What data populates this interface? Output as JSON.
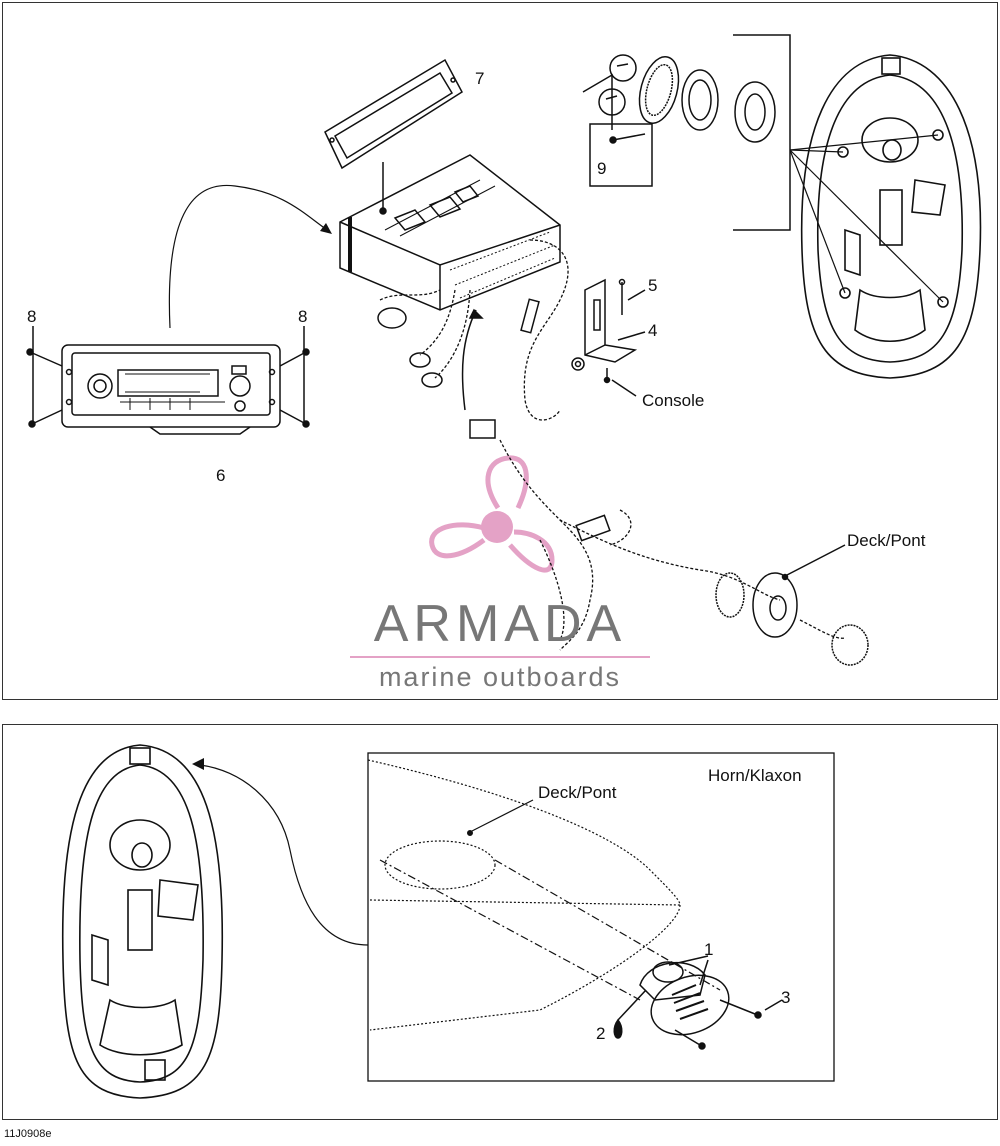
{
  "callouts": {
    "c1": "1",
    "c2": "2",
    "c3": "3",
    "c4": "4",
    "c5": "5",
    "c6": "6",
    "c7": "7",
    "c8_left": "8",
    "c8_right": "8",
    "c9": "9"
  },
  "labels": {
    "console": "Console",
    "deck_top": "Deck/Pont",
    "deck_bottom": "Deck/Pont",
    "horn": "Horn/Klaxon"
  },
  "watermark": {
    "brand": "ARMADA",
    "tagline": "marine outboards",
    "logo_color": "#e4a2c6"
  },
  "drawing_code": "11J0908e"
}
